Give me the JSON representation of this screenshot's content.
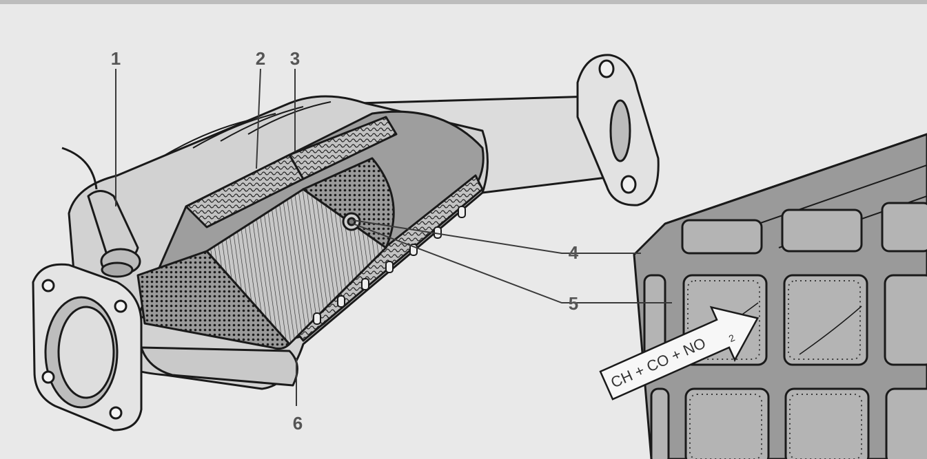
{
  "callouts": {
    "c1": "1",
    "c2": "2",
    "c3": "3",
    "c4": "4",
    "c5": "5",
    "c6": "6"
  },
  "flow": {
    "main": "CH + CO + NO",
    "subscript": "2"
  },
  "colors": {
    "background": "#e9e9e9",
    "line": "#1a1a1a",
    "metal": "#d4d4d4",
    "monolith": "#8f8f8f",
    "label": "#555555"
  }
}
